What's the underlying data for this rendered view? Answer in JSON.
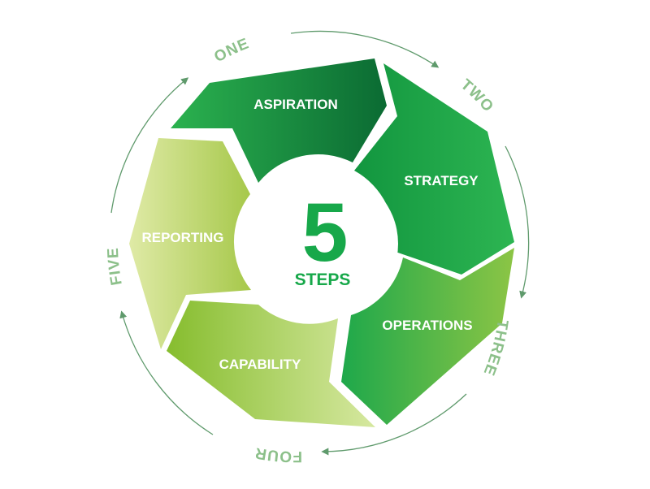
{
  "center": {
    "number": "5",
    "label": "STEPS"
  },
  "segments": [
    {
      "name": "ASPIRATION",
      "ordinal": "ONE"
    },
    {
      "name": "STRATEGY",
      "ordinal": "TWO"
    },
    {
      "name": "OPERATIONS",
      "ordinal": "THREE"
    },
    {
      "name": "CAPABILITY",
      "ordinal": "FOUR"
    },
    {
      "name": "REPORTING",
      "ordinal": "FIVE"
    }
  ],
  "colors": {
    "center_text": "#17a84a",
    "ordinal_text": "#8cc08a",
    "arrow": "#5f9a6c",
    "background": "#ffffff"
  }
}
